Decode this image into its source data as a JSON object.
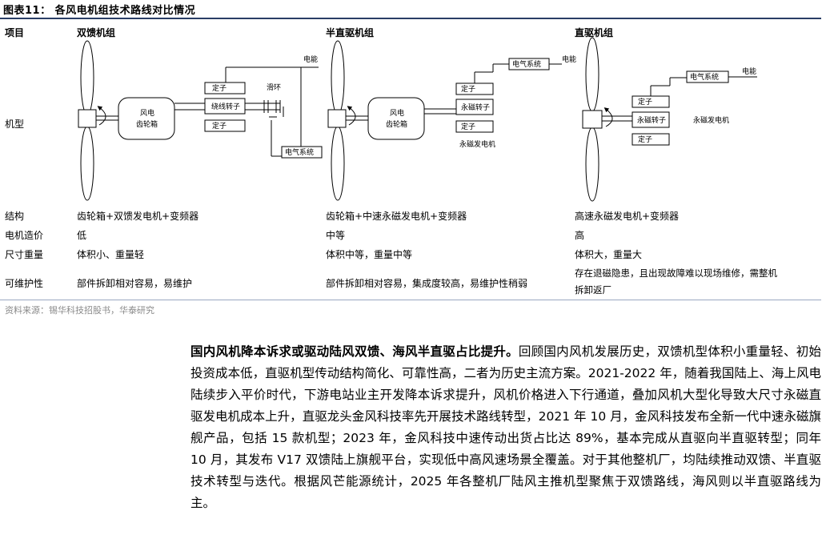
{
  "figure": {
    "title": "图表11：  各风电机组技术路线对比情况",
    "source": "资料来源：锡华科技招股书，华泰研究"
  },
  "table": {
    "headers": {
      "item": "项目",
      "dfig": "双馈机组",
      "semi": "半直驱机组",
      "direct": "直驱机组"
    },
    "row_labels": {
      "model": "机型",
      "structure": "结构",
      "cost": "电机造价",
      "size": "尺寸重量",
      "maintain": "可维护性"
    },
    "dfig": {
      "structure": "齿轮箱+双馈发电机+变频器",
      "cost": "低",
      "size": "体积小、重量轻",
      "maintain": "部件拆卸相对容易，易维护"
    },
    "semi": {
      "structure": "齿轮箱+中速永磁发电机+变频器",
      "cost": "中等",
      "size": "体积中等，重量中等",
      "maintain": "部件拆卸相对容易，集成度较高，易维护性稍弱"
    },
    "direct": {
      "structure": "高速永磁发电机+变频器",
      "cost": "高",
      "size": "体积大，重量大",
      "maintain_l1": "存在退磁隐患，且出现故障难以现场维修，需整机",
      "maintain_l2": "拆卸返厂"
    }
  },
  "diagrams": {
    "dfig": {
      "gearbox_l1": "风电",
      "gearbox_l2": "齿轮箱",
      "stator_top": "定子",
      "rotor": "绕线转子",
      "stator_bottom": "定子",
      "slip_ring": "滑环",
      "power": "电能",
      "electric_system": "电气系统"
    },
    "semi": {
      "gearbox_l1": "风电",
      "gearbox_l2": "齿轮箱",
      "stator_top": "定子",
      "rotor": "永磁转子",
      "stator_bottom": "定子",
      "generator": "永磁发电机",
      "electric_system": "电气系统",
      "power": "电能"
    },
    "direct": {
      "stator_top": "定子",
      "rotor": "永磁转子",
      "stator_bottom": "定子",
      "generator": "永磁发电机",
      "electric_system": "电气系统",
      "power": "电能"
    }
  },
  "paragraph": {
    "lead": "国内风机降本诉求或驱动陆风双馈、海风半直驱占比提升。",
    "body": "回顾国内风机发展历史，双馈机型体积小重量轻、初始投资成本低，直驱机型传动结构简化、可靠性高，二者为历史主流方案。2021-2022 年，随着我国陆上、海上风电陆续步入平价时代，下游电站业主开发降本诉求提升，风机价格进入下行通道，叠加风机大型化导致大尺寸永磁直驱发电机成本上升，直驱龙头金风科技率先开展技术路线转型，2021 年 10 月，金风科技发布全新一代中速永磁旗舰产品，包括 15 款机型；2023 年，金风科技中速传动出货占比达 89%，基本完成从直驱向半直驱转型；同年 10 月，其发布 V17 双馈陆上旗舰平台，实现低中高风速场景全覆盖。对于其他整机厂，均陆续推动双馈、半直驱技术转型与迭代。根据风芒能源统计，2025 年各整机厂陆风主推机型聚焦于双馈路线，海风则以半直驱路线为主。"
  }
}
